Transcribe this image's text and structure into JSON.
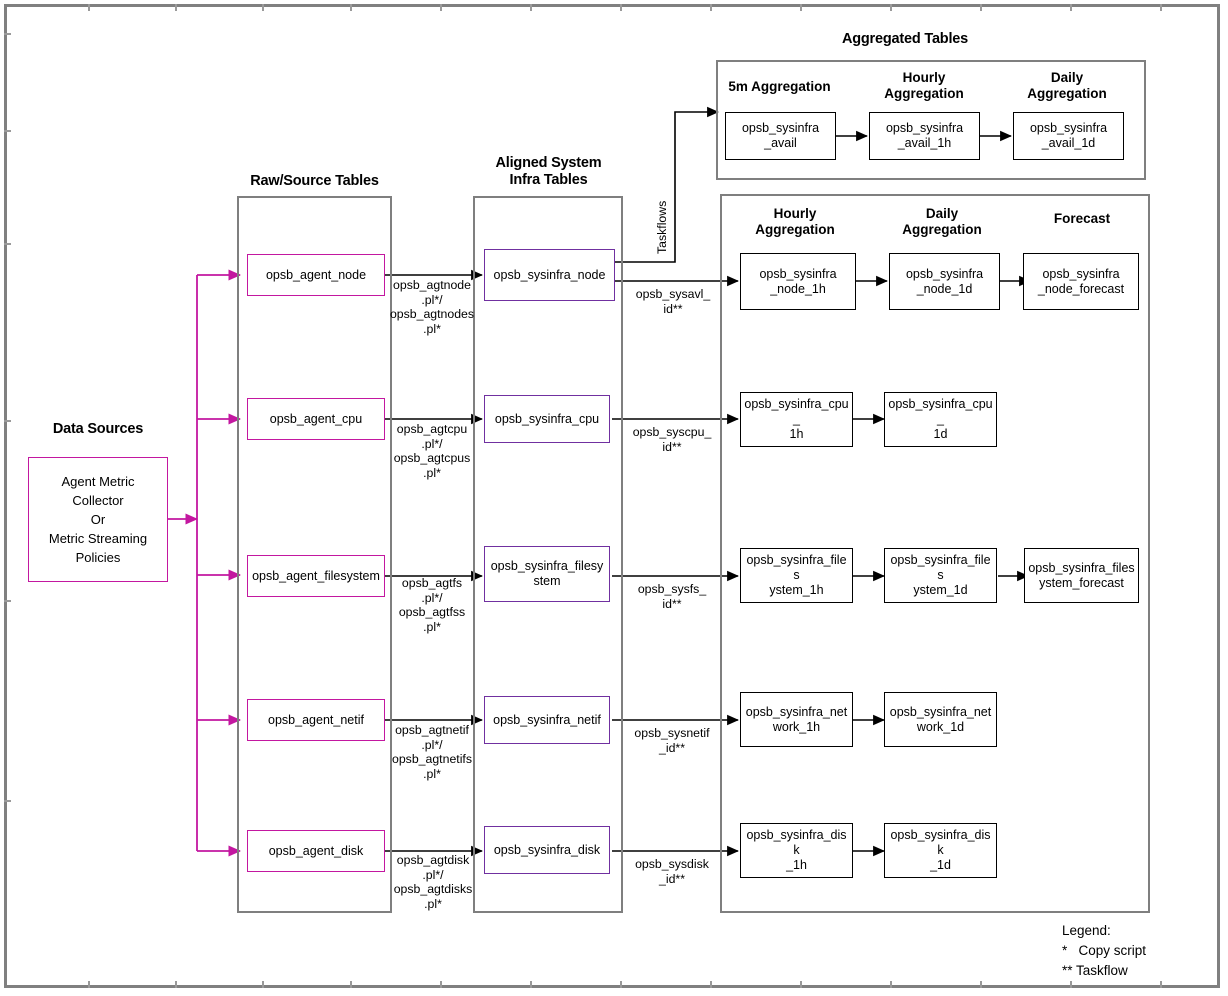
{
  "diagram": {
    "title_aggregated": "Aggregated Tables",
    "group_titles": {
      "raw_source": "Raw/Source Tables",
      "aligned": "Aligned System\nInfra Tables",
      "data_sources": "Data Sources"
    },
    "sub_titles": {
      "agg5m": "5m Aggregation",
      "hourly_top": "Hourly\nAggregation",
      "daily_top": "Daily\nAggregation",
      "hourly_main": "Hourly\nAggregation",
      "daily_main": "Daily\nAggregation",
      "forecast_main": "Forecast"
    },
    "data_source_box": "Agent Metric\nCollector\nOr\nMetric Streaming\nPolicies",
    "raw_tables": [
      {
        "label": "opsb_agent_node"
      },
      {
        "label": "opsb_agent_cpu"
      },
      {
        "label": "opsb_agent_filesystem"
      },
      {
        "label": "opsb_agent_netif"
      },
      {
        "label": "opsb_agent_disk"
      }
    ],
    "aligned_tables": [
      {
        "label": "opsb_sysinfra_node"
      },
      {
        "label": "opsb_sysinfra_cpu"
      },
      {
        "label": "opsb_sysinfra_filesystem"
      },
      {
        "label": "opsb_sysinfra_netif"
      },
      {
        "label": "opsb_sysinfra_disk"
      }
    ],
    "raw_to_aligned_labels": [
      "opsb_agtnode\n.pl*/\nopsb_agtnodes\n.pl*",
      "opsb_agtcpu\n.pl*/\nopsb_agtcpus\n.pl*",
      "opsb_agtfs\n.pl*/\nopsb_agtfss\n.pl*",
      "opsb_agtnetif\n.pl*/\nopsb_agtnetifs\n.pl*",
      "opsb_agtdisk\n.pl*/\nopsb_agtdisks\n.pl*"
    ],
    "aligned_to_agg_labels": [
      "opsb_sysavl_\nid**",
      "opsb_syscpu_\nid**",
      "opsb_sysfs_\nid**",
      "opsb_sysnetif\n_id**",
      "opsb_sysdisk\n_id**"
    ],
    "taskflows_label": "Taskflows",
    "avail_chain": [
      "opsb_sysinfra\n_avail",
      "opsb_sysinfra\n_avail_1h",
      "opsb_sysinfra\n_avail_1d"
    ],
    "agg_rows": [
      {
        "name": "node",
        "boxes": [
          "opsb_sysinfra\n_node_1h",
          "opsb_sysinfra\n_node_1d",
          "opsb_sysinfra\n_node_forecast"
        ]
      },
      {
        "name": "cpu",
        "boxes": [
          "opsb_sysinfra_cpu_\n1h",
          "opsb_sysinfra_cpu_\n1d"
        ]
      },
      {
        "name": "filesystem",
        "boxes": [
          "opsb_sysinfra_files\nystem_1h",
          "opsb_sysinfra_files\nystem_1d",
          "opsb_sysinfra_files\nystem_forecast"
        ]
      },
      {
        "name": "network",
        "boxes": [
          "opsb_sysinfra_net\nwork_1h",
          "opsb_sysinfra_net\nwork_1d"
        ]
      },
      {
        "name": "disk",
        "boxes": [
          "opsb_sysinfra_disk\n_1h",
          "opsb_sysinfra_disk\n_1d"
        ]
      }
    ],
    "legend": "Legend:\n*   Copy script\n** Taskflow",
    "colors": {
      "magenta": "#C317A0",
      "purple": "#7030A0",
      "group_border": "#7f7f7f",
      "black": "#000000"
    }
  }
}
